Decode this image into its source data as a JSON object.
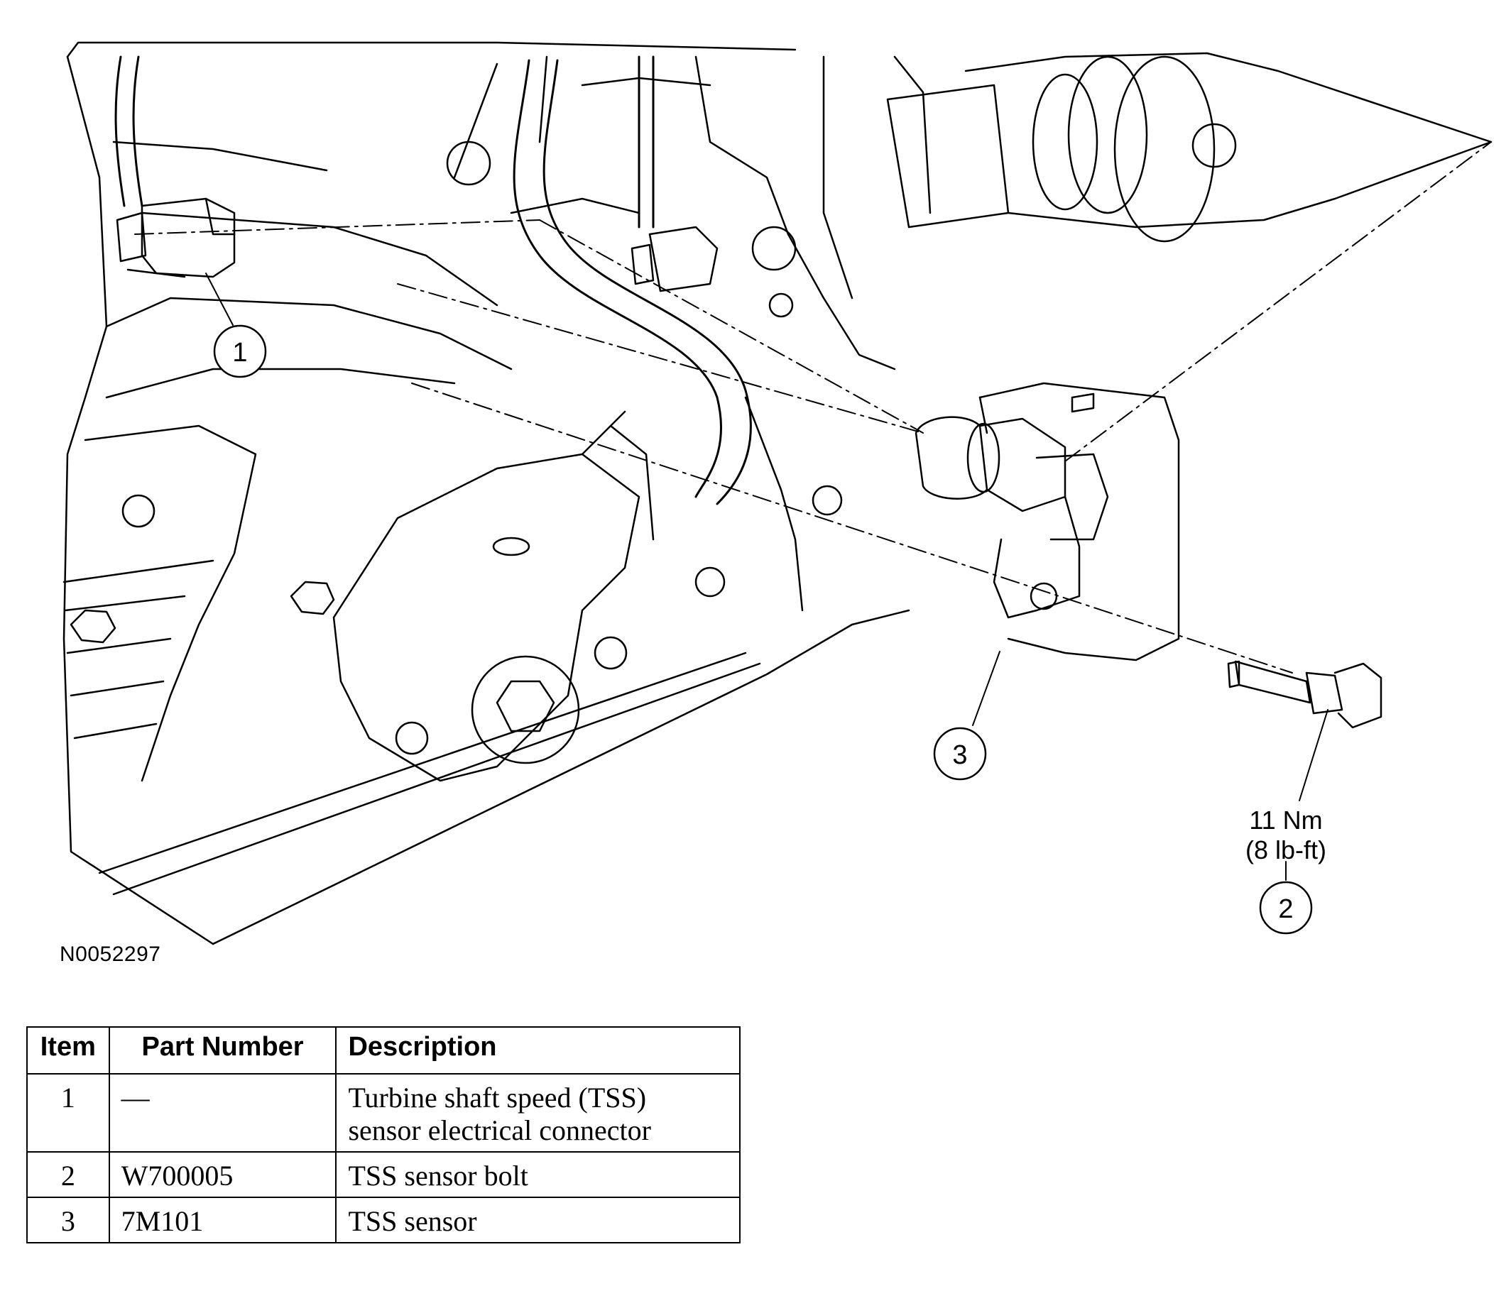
{
  "figure": {
    "id": "N0052297",
    "callouts": [
      {
        "number": "1"
      },
      {
        "number": "2"
      },
      {
        "number": "3"
      }
    ],
    "torque": {
      "metric": "11 Nm",
      "imperial": "(8 lb-ft)"
    }
  },
  "table": {
    "headers": {
      "item": "Item",
      "part_number": "Part Number",
      "description": "Description"
    },
    "rows": [
      {
        "item": "1",
        "part_number": "—",
        "description_line1": "Turbine shaft speed (TSS)",
        "description_line2": "sensor electrical connector"
      },
      {
        "item": "2",
        "part_number": "W700005",
        "description_line1": "TSS sensor bolt",
        "description_line2": ""
      },
      {
        "item": "3",
        "part_number": "7M101",
        "description_line1": "TSS sensor",
        "description_line2": ""
      }
    ]
  }
}
